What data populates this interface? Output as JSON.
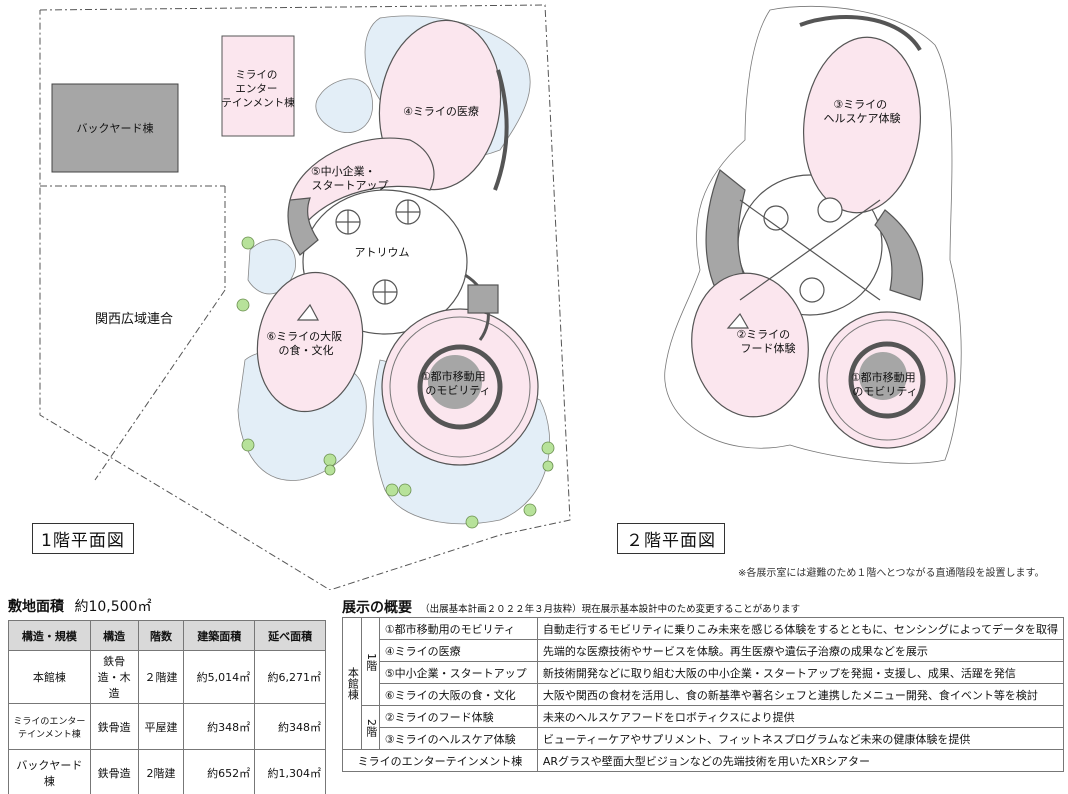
{
  "floor1": {
    "label": "1階平面図",
    "backyard": "バックヤード棟",
    "entertainment": [
      "ミライの",
      "エンター",
      "テインメント棟"
    ],
    "kansai": "関西広域連合",
    "atrium": "アトリウム",
    "medical": "④ミライの医療",
    "startup": [
      "⑤中小企業・",
      "スタートアップ"
    ],
    "food_culture": [
      "⑥ミライの大阪",
      "の食・文化"
    ],
    "mobility": [
      "①都市移動用",
      "のモビリティ"
    ]
  },
  "floor2": {
    "label": "２階平面図",
    "healthcare": [
      "③ミライの",
      "ヘルスケア体験"
    ],
    "food": [
      "②ミライの",
      "フード体験"
    ],
    "mobility": [
      "①都市移動用",
      "のモビリティ"
    ]
  },
  "note": "※各展示室には避難のため１階へとつながる直通階段を設置します。",
  "site_area": {
    "label": "敷地面積",
    "value": "約10,500㎡"
  },
  "structure_table": {
    "headers": [
      "構造・規模",
      "構造",
      "階数",
      "建築面積",
      "延べ面積"
    ],
    "rows": [
      {
        "name": "本館棟",
        "struct": "鉄骨造・木造",
        "floors": "２階建",
        "building": "約5,014㎡",
        "total": "約6,271㎡"
      },
      {
        "name": "ミライのエンターテインメント棟",
        "struct": "鉄骨造",
        "floors": "平屋建",
        "building": "約348㎡",
        "total": "約348㎡"
      },
      {
        "name": "バックヤード棟",
        "struct": "鉄骨造",
        "floors": "2階建",
        "building": "約652㎡",
        "total": "約1,304㎡"
      }
    ]
  },
  "exhibits": {
    "title": "展示の概要",
    "subtitle": "（出展基本計画２０２２年３月抜粋）現在展示基本設計中のため変更することがあります",
    "main_building": "本館棟",
    "floor1_label": "1階",
    "floor2_label": "2階",
    "rows": [
      {
        "name": "①都市移動用のモビリティ",
        "desc": "自動走行するモビリティに乗りこみ未来を感じる体験をするとともに、センシングによってデータを取得"
      },
      {
        "name": "④ミライの医療",
        "desc": "先端的な医療技術やサービスを体験。再生医療や遺伝子治療の成果などを展示"
      },
      {
        "name": "⑤中小企業・スタートアップ",
        "desc": "新技術開発などに取り組む大阪の中小企業・スタートアップを発掘・支援し、成果、活躍を発信"
      },
      {
        "name": "⑥ミライの大阪の食・文化",
        "desc": "大阪や関西の食材を活用し、食の新基準や著名シェフと連携したメニュー開発、食イベント等を検討"
      },
      {
        "name": "②ミライのフード体験",
        "desc": "未来のヘルスケアフードをロボティクスにより提供"
      },
      {
        "name": "③ミライのヘルスケア体験",
        "desc": "ビューティーケアやサプリメント、フィットネスプログラムなど未来の健康体験を提供"
      }
    ],
    "entertainment_row": {
      "name": "ミライのエンターテインメント棟",
      "desc": "ARグラスや壁面大型ビジョンなどの先端技術を用いたXRシアター"
    }
  }
}
